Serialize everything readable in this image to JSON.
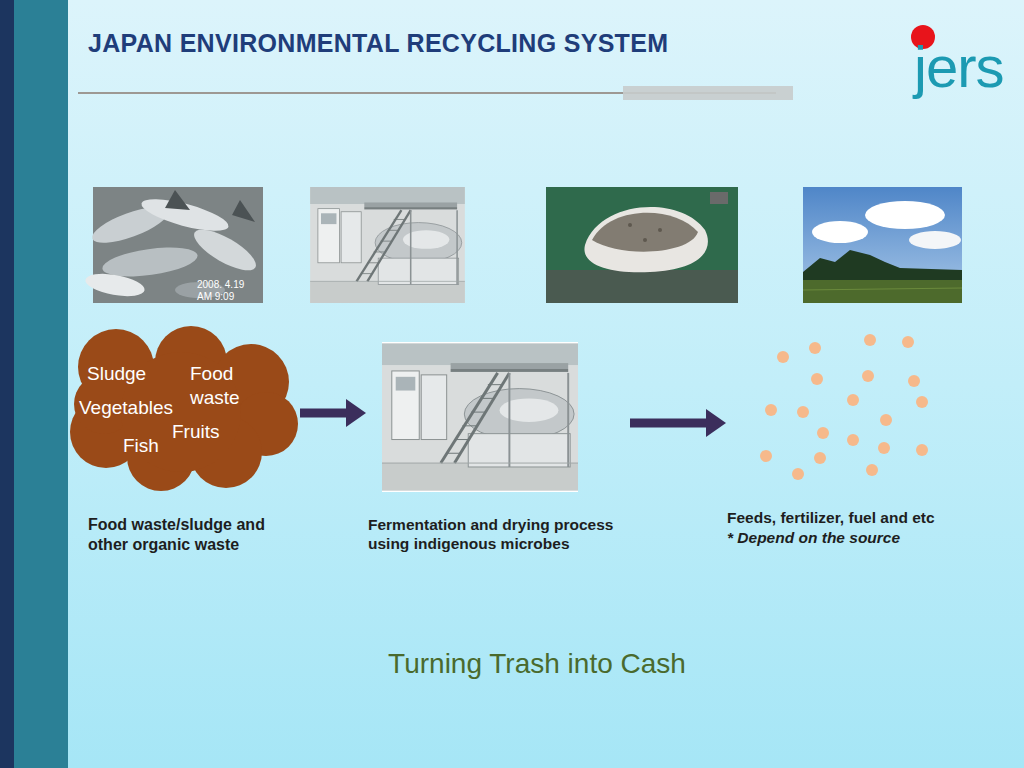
{
  "diagram": {
    "title": "JAPAN ENVIRONMENTAL RECYCLING SYSTEM",
    "caption": "Turning Trash into Cash",
    "nodes": [
      {
        "text": [
          "Sludge",
          "Food waste",
          "Vegetables",
          "Fruits",
          "Fish",
          "Food waste/sludge and other organic waste"
        ]
      },
      {
        "text": [
          "Fermentation and drying process using indigenous microbes"
        ]
      },
      {
        "text": [
          "Feeds, fertilizer, fuel and etc",
          "* Depend on the source"
        ]
      }
    ],
    "edges": [
      {
        "from": 0,
        "to": 1,
        "arrow": "to"
      },
      {
        "from": 1,
        "to": 2,
        "arrow": "to"
      }
    ],
    "labels": [
      "jers",
      "2008. 4.19",
      "AM 9:09"
    ]
  }
}
